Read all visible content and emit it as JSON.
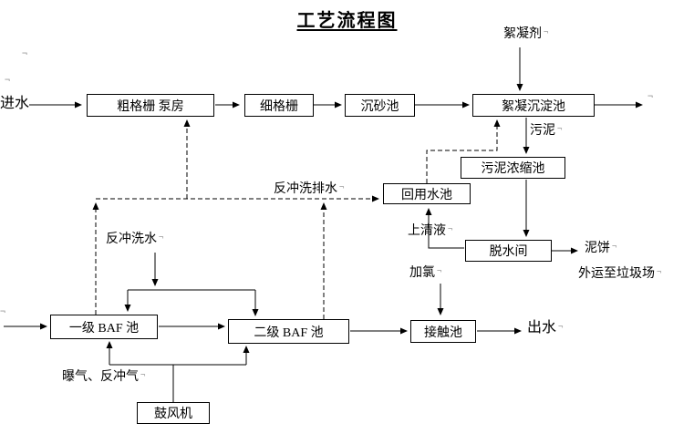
{
  "title": "工艺流程图",
  "boxes": {
    "coarse_screen_pump": "粗格栅  泵房",
    "fine_screen": "细格栅",
    "grit_chamber": "沉砂池",
    "floc_sedimentation": "絮凝沉淀池",
    "sludge_thickener": "污泥浓缩池",
    "reuse_tank": "回用水池",
    "dewatering_room": "脱水间",
    "baf1": "一级 BAF 池",
    "baf2": "二级 BAF 池",
    "contact_tank": "接触池",
    "blower": "鼓风机"
  },
  "labels": {
    "inflow": "进水",
    "flocculant": "絮凝剂",
    "sludge": "污泥",
    "backwash_drain": "反冲洗排水",
    "backwash_water": "反冲洗水",
    "supernatant": "上清液",
    "mud_cake": "泥饼",
    "landfill": "外运至垃圾场",
    "chlorine": "加氯",
    "outflow": "出水",
    "aeration": "曝气、反冲气"
  },
  "mark_char": "¬",
  "colors": {
    "line": "#000000",
    "background": "#ffffff",
    "mark": "#9a9a9a"
  }
}
